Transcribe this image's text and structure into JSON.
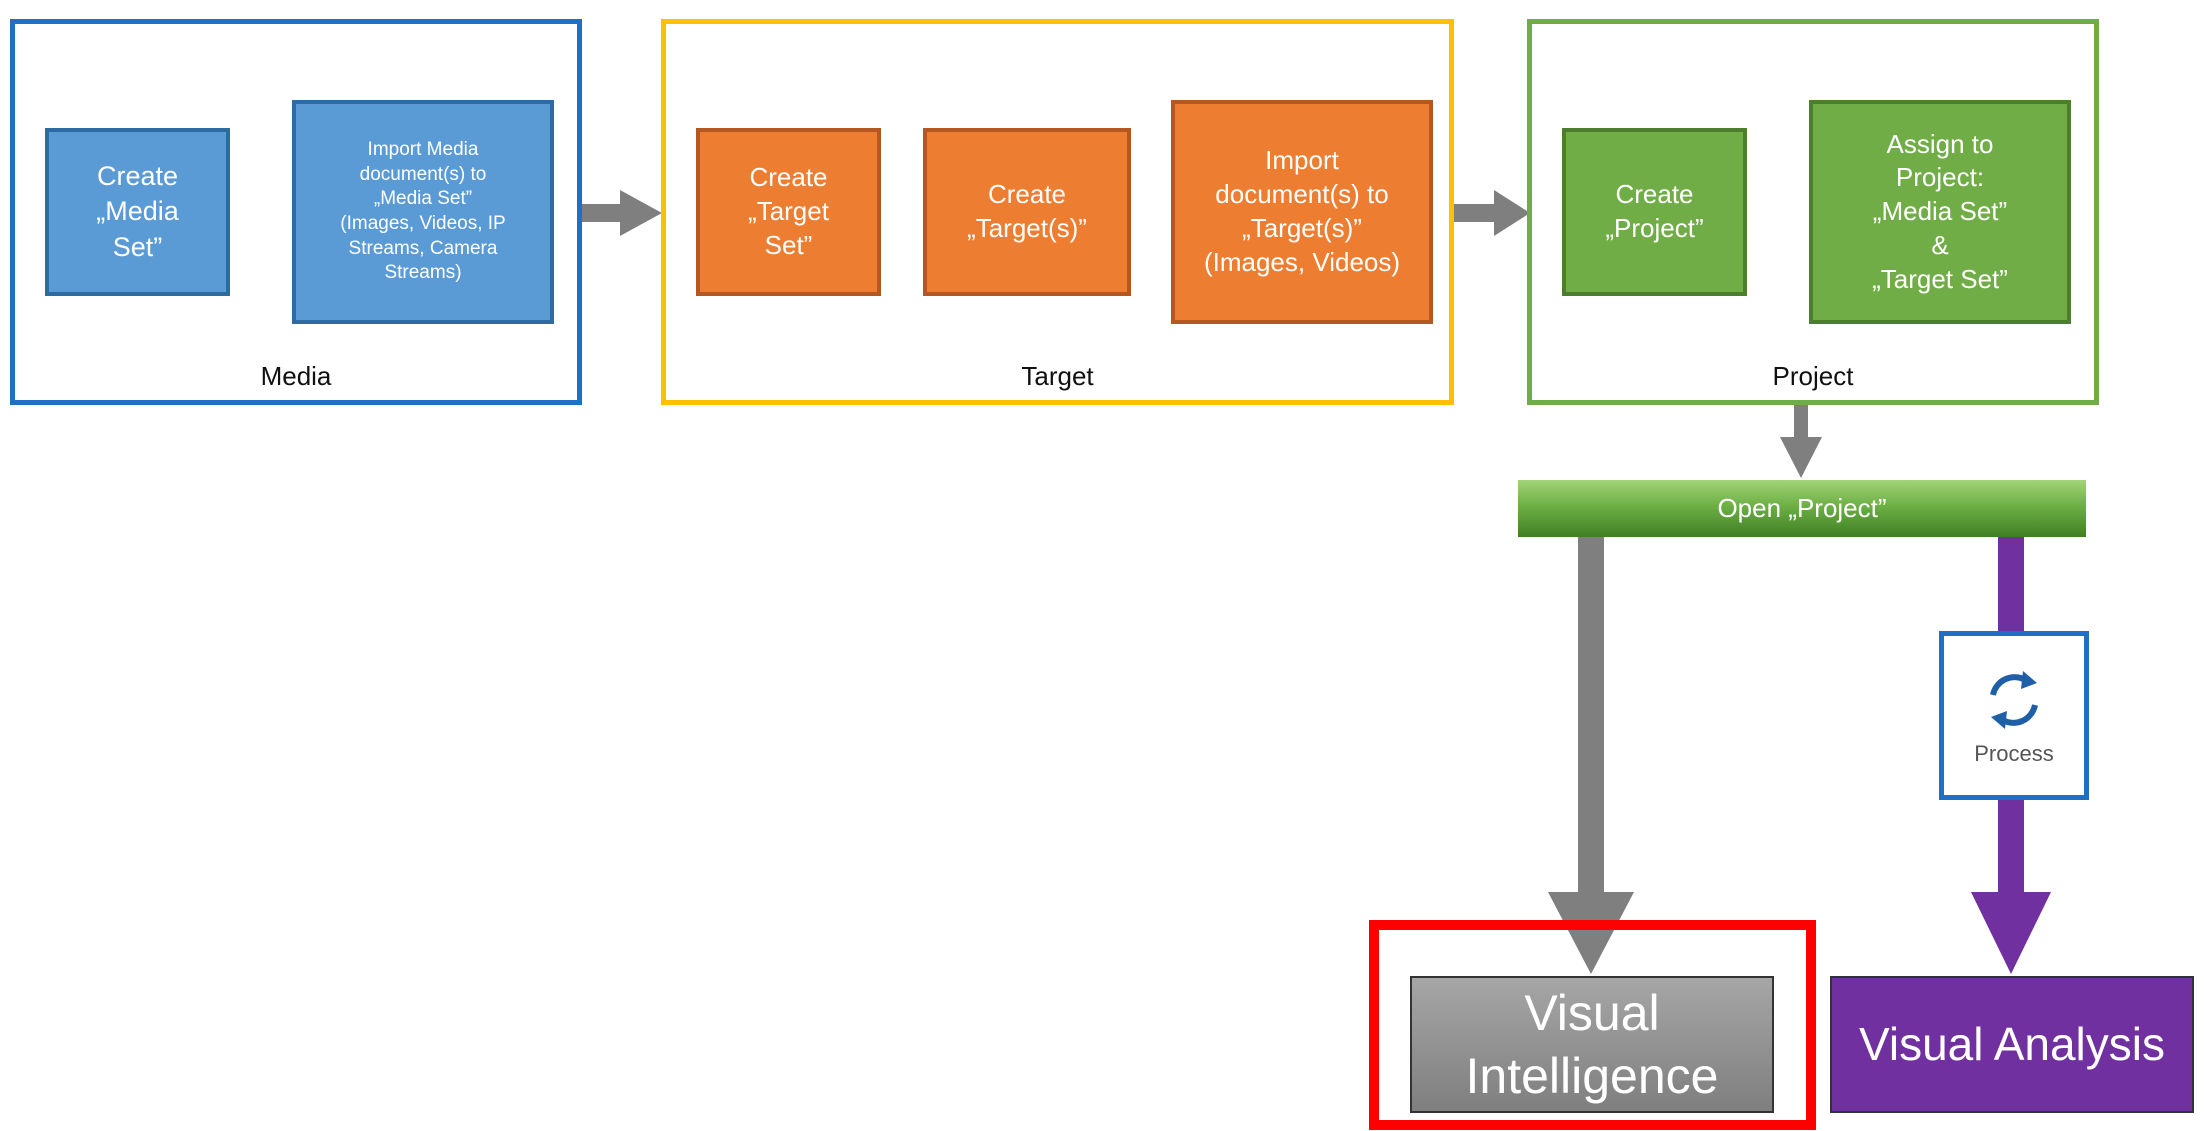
{
  "groups": {
    "media": {
      "label": "Media",
      "steps": {
        "create": "Create\n„Media\nSet”",
        "import": "Import Media\ndocument(s) to\n„Media Set”\n(Images, Videos, IP\nStreams, Camera\nStreams)"
      }
    },
    "target": {
      "label": "Target",
      "steps": {
        "create_set": "Create\n„Target\nSet”",
        "create_targets": "Create\n„Target(s)”",
        "import": "Import\ndocument(s) to\n„Target(s)”\n(Images, Videos)"
      }
    },
    "project": {
      "label": "Project",
      "steps": {
        "create": "Create\n„Project”",
        "assign": "Assign to\nProject:\n„Media Set”\n&\n„Target Set”"
      }
    }
  },
  "open_project": {
    "label": "Open „Project”"
  },
  "process": {
    "label": "Process",
    "icon": "refresh-cycle-icon"
  },
  "results": {
    "visual_intelligence": "Visual\nIntelligence",
    "visual_analysis": "Visual Analysis"
  },
  "colors": {
    "media": "#5b9bd5",
    "media_frame": "#1f6fc5",
    "target": "#ed7d31",
    "target_frame": "#ffc000",
    "project": "#70ad47",
    "project_frame": "#70ad47",
    "connector": "#7f7f7f",
    "analysis_path": "#7030a0",
    "highlight": "#ff0000"
  }
}
